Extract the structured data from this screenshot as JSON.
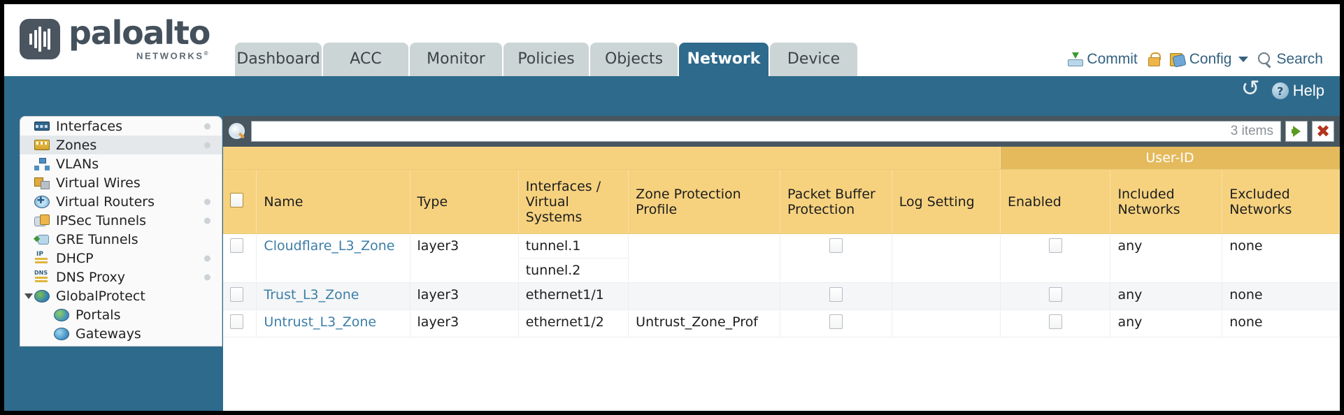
{
  "brand": {
    "name": "paloalto",
    "subtitle": "NETWORKS",
    "registered": "®"
  },
  "nav": {
    "tabs": [
      {
        "label": "Dashboard",
        "active": false
      },
      {
        "label": "ACC",
        "active": false
      },
      {
        "label": "Monitor",
        "active": false
      },
      {
        "label": "Policies",
        "active": false
      },
      {
        "label": "Objects",
        "active": false
      },
      {
        "label": "Network",
        "active": true
      },
      {
        "label": "Device",
        "active": false
      }
    ]
  },
  "top_actions": {
    "commit": "Commit",
    "lock_icon": "lock-icon",
    "config": "Config",
    "search": "Search"
  },
  "bluebar": {
    "refresh_icon": "refresh-icon",
    "help": "Help",
    "help_glyph": "?"
  },
  "sidebar": {
    "items": [
      {
        "label": "Interfaces",
        "icon": "interfaces-icon",
        "selected": false,
        "dot": true,
        "indent": false,
        "caret": false
      },
      {
        "label": "Zones",
        "icon": "zones-icon",
        "selected": true,
        "dot": true,
        "indent": false,
        "caret": false
      },
      {
        "label": "VLANs",
        "icon": "vlans-icon",
        "selected": false,
        "dot": false,
        "indent": false,
        "caret": false
      },
      {
        "label": "Virtual Wires",
        "icon": "virtual-wires-icon",
        "selected": false,
        "dot": false,
        "indent": false,
        "caret": false
      },
      {
        "label": "Virtual Routers",
        "icon": "virtual-routers-icon",
        "selected": false,
        "dot": true,
        "indent": false,
        "caret": false
      },
      {
        "label": "IPSec Tunnels",
        "icon": "ipsec-tunnels-icon",
        "selected": false,
        "dot": true,
        "indent": false,
        "caret": false
      },
      {
        "label": "GRE Tunnels",
        "icon": "gre-tunnels-icon",
        "selected": false,
        "dot": false,
        "indent": false,
        "caret": false
      },
      {
        "label": "DHCP",
        "icon": "dhcp-icon",
        "selected": false,
        "dot": true,
        "indent": false,
        "caret": false
      },
      {
        "label": "DNS Proxy",
        "icon": "dns-proxy-icon",
        "selected": false,
        "dot": true,
        "indent": false,
        "caret": false
      },
      {
        "label": "GlobalProtect",
        "icon": "globalprotect-icon",
        "selected": false,
        "dot": false,
        "indent": false,
        "caret": true
      },
      {
        "label": "Portals",
        "icon": "portals-icon",
        "selected": false,
        "dot": false,
        "indent": true,
        "caret": false
      },
      {
        "label": "Gateways",
        "icon": "gateways-icon",
        "selected": false,
        "dot": false,
        "indent": true,
        "caret": false
      }
    ]
  },
  "search": {
    "value": "",
    "placeholder": "",
    "items_count": "3 items",
    "apply_icon": "apply-filter-arrow-icon",
    "clear_icon": "clear-filter-close-icon",
    "magnifier_icon": "search-icon"
  },
  "table": {
    "group_header": {
      "label": "User-ID",
      "spans": 3
    },
    "columns": [
      {
        "key": "check",
        "label": ""
      },
      {
        "key": "name",
        "label": "Name"
      },
      {
        "key": "type",
        "label": "Type"
      },
      {
        "key": "ifaces",
        "label": "Interfaces / Virtual Systems"
      },
      {
        "key": "zpp",
        "label": "Zone Protection Profile"
      },
      {
        "key": "pbp",
        "label": "Packet Buffer Protection"
      },
      {
        "key": "logset",
        "label": "Log Setting"
      },
      {
        "key": "enabled",
        "label": "Enabled"
      },
      {
        "key": "incl",
        "label": "Included Networks"
      },
      {
        "key": "excl",
        "label": "Excluded Networks"
      }
    ],
    "rows": [
      {
        "selected": false,
        "name": "Cloudflare_L3_Zone",
        "type": "layer3",
        "interfaces": [
          "tunnel.1",
          "tunnel.2"
        ],
        "zone_protection_profile": "",
        "packet_buffer_protection": false,
        "log_setting": "",
        "userid_enabled": false,
        "included_networks": "any",
        "excluded_networks": "none"
      },
      {
        "selected": false,
        "name": "Trust_L3_Zone",
        "type": "layer3",
        "interfaces": [
          "ethernet1/1"
        ],
        "zone_protection_profile": "",
        "packet_buffer_protection": false,
        "log_setting": "",
        "userid_enabled": false,
        "included_networks": "any",
        "excluded_networks": "none"
      },
      {
        "selected": false,
        "name": "Untrust_L3_Zone",
        "type": "layer3",
        "interfaces": [
          "ethernet1/2"
        ],
        "zone_protection_profile": "Untrust_Zone_Prof",
        "packet_buffer_protection": false,
        "log_setting": "",
        "userid_enabled": false,
        "included_networks": "any",
        "excluded_networks": "none"
      }
    ]
  },
  "colors": {
    "brand_slate": "#44515c",
    "header_blue": "#2e6a8b",
    "tab_inactive": "#ccd5d6",
    "table_header_gold": "#f6d27f",
    "group_header_gold": "#e4ba5c",
    "link_blue": "#3b7ea8",
    "search_bar_dark": "#48565f"
  }
}
